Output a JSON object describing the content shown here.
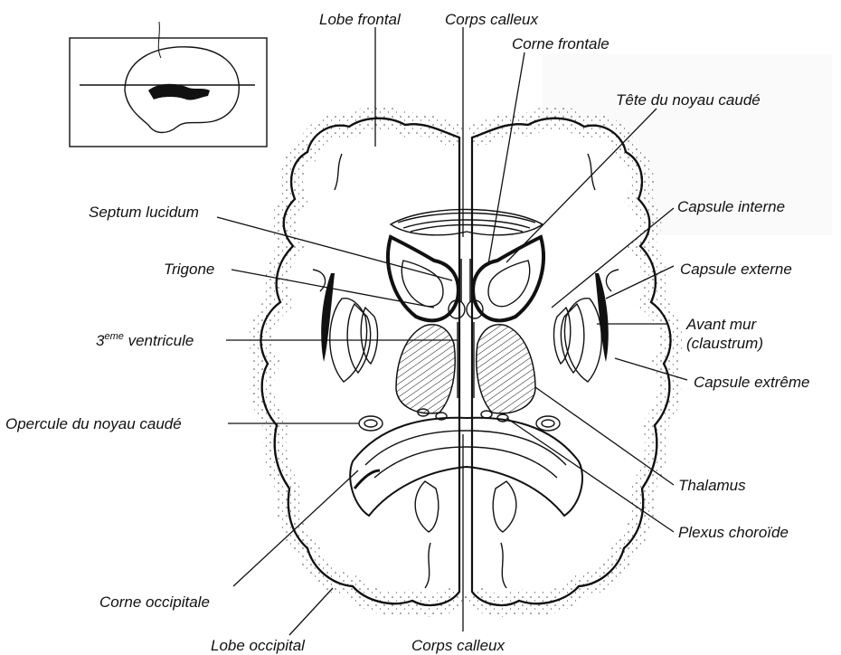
{
  "labels": {
    "lobe_frontal": "Lobe frontal",
    "corps_calleux_top": "Corps calleux",
    "corne_frontale": "Corne frontale",
    "tete_noyau_caude": "Tête du noyau caudé",
    "septum_lucidum": "Septum lucidum",
    "capsule_interne": "Capsule interne",
    "trigone": "Trigone",
    "capsule_externe": "Capsule externe",
    "troisieme_ventricule_main": "3",
    "troisieme_ventricule_sup": "eme",
    "troisieme_ventricule_rest": " ventricule",
    "avant_mur": "Avant mur",
    "claustrum": "(claustrum)",
    "capsule_extreme": "Capsule extrême",
    "opercule": "Opercule du noyau caudé",
    "thalamus": "Thalamus",
    "plexus": "Plexus choroïde",
    "corne_occipitale": "Corne occipitale",
    "lobe_occipital": "Lobe occipital",
    "corps_calleux_bottom": "Corps calleux"
  },
  "colors": {
    "ink": "#111111",
    "paper": "#ffffff"
  }
}
